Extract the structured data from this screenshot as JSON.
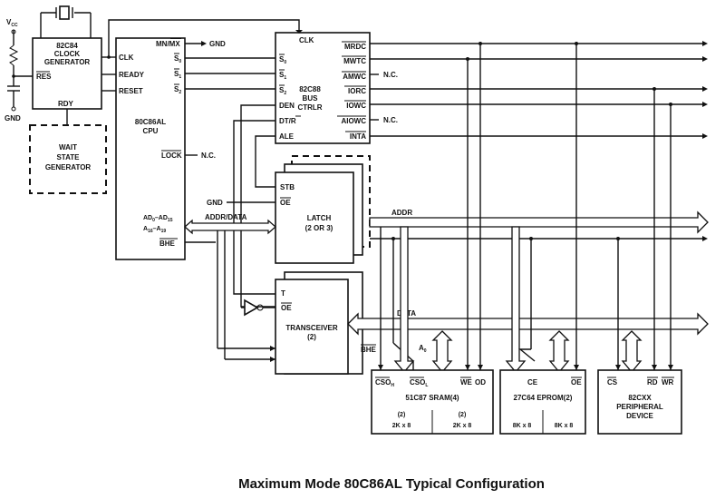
{
  "vcc": {
    "v": "V",
    "sub": "CC"
  },
  "gnd_left": "GND",
  "clock_generator": {
    "line1": "82C84",
    "line2": "CLOCK",
    "line3": "GENERATOR",
    "res": "RES",
    "rdy": "RDY"
  },
  "wait_state": {
    "line1": "WAIT",
    "line2": "STATE",
    "line3": "GENERATOR"
  },
  "cpu": {
    "title1": "80C86AL",
    "title2": "CPU",
    "clk": "CLK",
    "ready": "READY",
    "reset": "RESET",
    "mn_mx": "MN/MX",
    "gnd": "GND",
    "s0": "S",
    "s0_sub": "0",
    "s1": "S",
    "s1_sub": "1",
    "s2": "S",
    "s2_sub": "2",
    "lock": "LOCK",
    "lock_nc": "N.C.",
    "ad_line1": "AD",
    "ad_line1_sub": "0",
    "ad_line1_mid": "–AD",
    "ad_line1_sub2": "15",
    "ad_line2": "A",
    "ad_line2_sub": "16",
    "ad_line2_mid": "–A",
    "ad_line2_sub2": "19",
    "bhe": "BHE"
  },
  "bus_controller": {
    "line1": "82C88",
    "line2": "BUS",
    "line3": "CTRLR",
    "clk": "CLK",
    "s0": "S",
    "s0_sub": "0",
    "s1": "S",
    "s1_sub": "1",
    "s2": "S",
    "s2_sub": "2",
    "den": "DEN",
    "dt_r": "DT/R",
    "ale": "ALE",
    "mrdc": "MRDC",
    "mwtc": "MWTC",
    "amwc": "AMWC",
    "amwc_nc": "N.C.",
    "iorc": "IORC",
    "iowc": "IOWC",
    "aiowc": "AIOWC",
    "aiowc_nc": "N.C.",
    "inta": "INTA"
  },
  "latch": {
    "line1": "LATCH",
    "line2": "(2 OR 3)",
    "stb": "STB",
    "oe": "OE",
    "gnd": "GND"
  },
  "addr_data": "ADDR/DATA",
  "addr_bus": "ADDR",
  "data_bus": "DATA",
  "transceiver": {
    "line1": "TRANSCEIVER",
    "line2": "(2)",
    "t": "T",
    "oe": "OE",
    "bhe": "BHE"
  },
  "sram": {
    "cso_h": "CSO",
    "cso_h_sub": "H",
    "cso_l": "CSO",
    "cso_l_sub": "L",
    "a0": "A",
    "a0_sub": "0",
    "we": "WE",
    "od": "OD",
    "title": "51C87 SRAM(4)",
    "left_count": "(2)",
    "left_size": "2K x 8",
    "right_count": "(2)",
    "right_size": "2K x 8"
  },
  "eprom": {
    "ce": "CE",
    "oe": "OE",
    "title": "27C64 EPROM(2)",
    "left_size": "8K x 8",
    "right_size": "8K x 8"
  },
  "peripheral": {
    "cs": "CS",
    "rd": "RD",
    "wr": "WR",
    "line1": "82CXX",
    "line2": "PERIPHERAL",
    "line3": "DEVICE"
  },
  "caption": "Maximum Mode 80C86AL Typical Configuration"
}
